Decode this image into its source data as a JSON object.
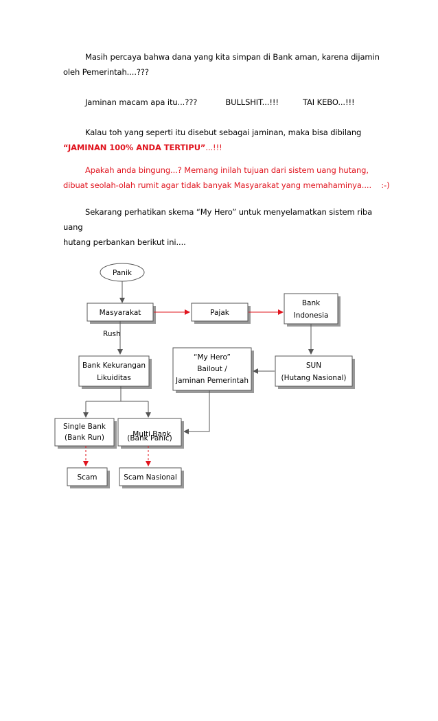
{
  "paragraphs": {
    "p1": {
      "line1": "Masih percaya bahwa dana yang kita simpan di Bank aman, karena dijamin",
      "line2": "oleh Pemerintah....???"
    },
    "p2": {
      "part1": "Jaminan macam apa itu...???",
      "part2": "BULLSHIT...!!!",
      "part3": "TAI KEBO...!!!"
    },
    "p3": {
      "line1": "Kalau toh yang seperti itu disebut sebagai jaminan, maka bisa dibilang",
      "line2_bold": "“JAMINAN 100% ANDA TERTIPU”",
      "line2_tail": "...!!!"
    },
    "p4": {
      "line1": "Apakah anda bingung...?  Memang inilah tujuan dari sistem uang hutang,",
      "line2": "dibuat seolah-olah rumit agar tidak banyak Masyarakat yang memahaminya....    :-)"
    },
    "p5": {
      "line1": "Sekarang perhatikan skema “My Hero” untuk menyelamatkan sistem riba uang",
      "line2": "hutang perbankan berikut ini...."
    }
  },
  "diagram": {
    "panik": "Panik",
    "masyarakat": "Masyarakat",
    "pajak": "Pajak",
    "bank_indonesia_line1": "Bank",
    "bank_indonesia_line2": "Indonesia",
    "rush": "Rush",
    "bank_kekurangan_line1": "Bank Kekurangan",
    "bank_kekurangan_line2": "Likuiditas",
    "my_hero_line1": "“My Hero”",
    "my_hero_line2": "Bailout /",
    "my_hero_line3": "Jaminan Pemerintah",
    "sun_line1": "SUN",
    "sun_line2": "(Hutang Nasional)",
    "single_bank_line1": "Single Bank",
    "single_bank_line2": "(Bank Run)",
    "multi_bank_line1": "Multi Bank",
    "multi_bank_line2": "(Bank Panic)",
    "scam": "Scam",
    "scam_nasional": "Scam Nasional",
    "colors": {
      "red": "#e0141e",
      "border": "#555555"
    }
  }
}
